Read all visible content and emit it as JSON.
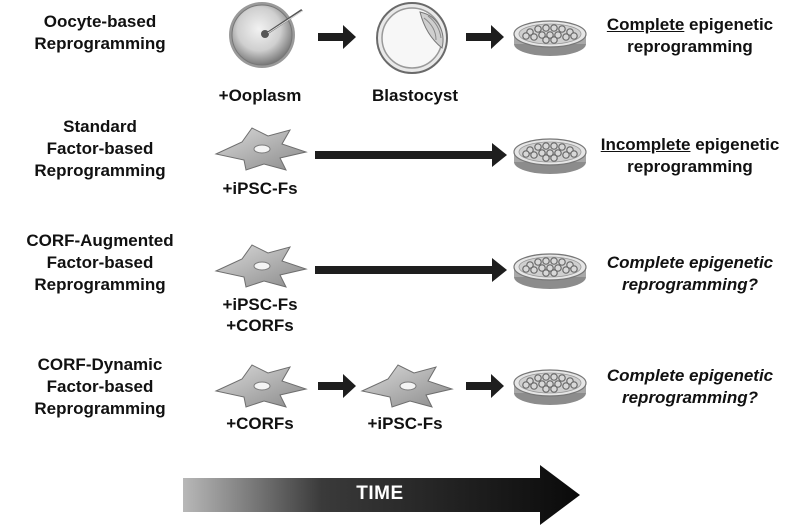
{
  "rows": [
    {
      "title_lines": [
        "Oocyte-based",
        "Reprogramming"
      ],
      "outcome": {
        "emph": "Complete",
        "rest": " epigenetic",
        "line2": "reprogramming",
        "style": "underline"
      },
      "steps": [
        "+Ooplasm",
        "Blastocyst"
      ]
    },
    {
      "title_lines": [
        "Standard",
        "Factor-based",
        "Reprogramming"
      ],
      "outcome": {
        "emph": "Incomplete",
        "rest": " epigenetic",
        "line2": "reprogramming",
        "style": "underline"
      },
      "steps": [
        "+iPSC-Fs"
      ]
    },
    {
      "title_lines": [
        "CORF-Augmented",
        "Factor-based",
        "Reprogramming"
      ],
      "outcome": {
        "line1": "Complete epigenetic",
        "line2": "reprogramming?",
        "style": "italic"
      },
      "steps": [
        "+iPSC-Fs",
        "+CORFs"
      ]
    },
    {
      "title_lines": [
        "CORF-Dynamic",
        "Factor-based",
        "Reprogramming"
      ],
      "outcome": {
        "line1": "Complete epigenetic",
        "line2": "reprogramming?",
        "style": "italic"
      },
      "steps": [
        "+CORFs",
        "+iPSC-Fs"
      ]
    }
  ],
  "time_label": "TIME",
  "colors": {
    "arrow": "#1e1e1e",
    "cell": "#9a9a9a",
    "dish": "#bdbdbd"
  },
  "icons": [
    "oocyte-icon",
    "blastocyst-icon",
    "fibroblast-cell-icon",
    "petri-dish-icon"
  ]
}
